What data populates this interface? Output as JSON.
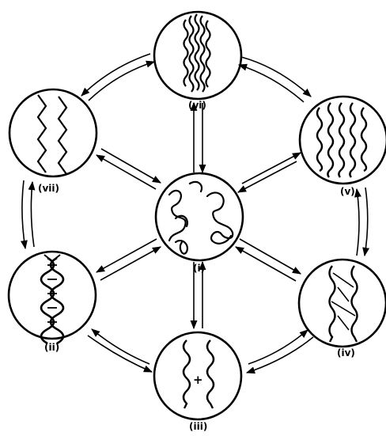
{
  "labels": {
    "i": "(i)",
    "ii": "(ii)",
    "iii": "(iii)",
    "iv": "(iv)",
    "v": "(v)",
    "vi": "(vi)",
    "vii": "(vii)"
  },
  "marks": {
    "plus": "+"
  },
  "colors": {
    "ink": "#000000",
    "background": "#ffffff"
  }
}
